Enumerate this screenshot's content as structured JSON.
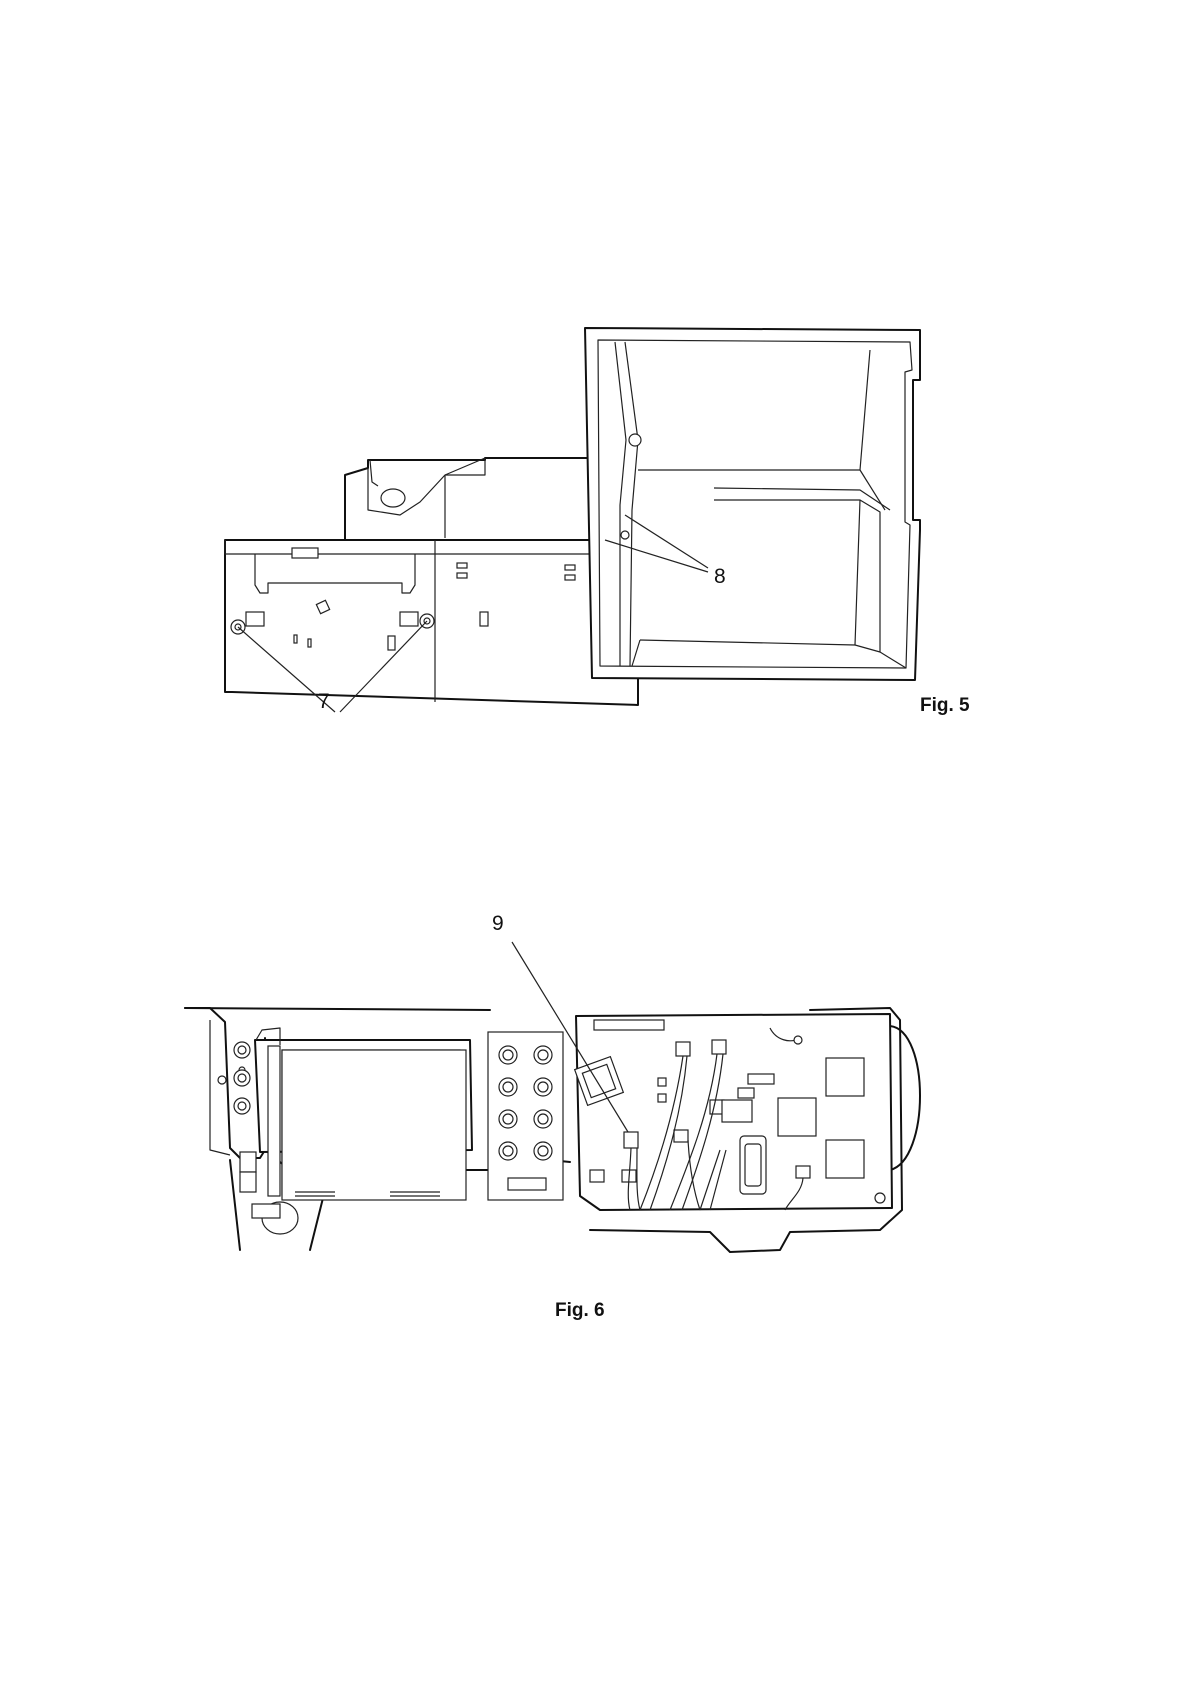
{
  "figures": [
    {
      "caption": "Fig. 5",
      "callouts": [
        "7",
        "8"
      ]
    },
    {
      "caption": "Fig. 6",
      "callouts": [
        "9"
      ]
    }
  ],
  "colors": {
    "line": "#111111",
    "background": "#ffffff"
  }
}
